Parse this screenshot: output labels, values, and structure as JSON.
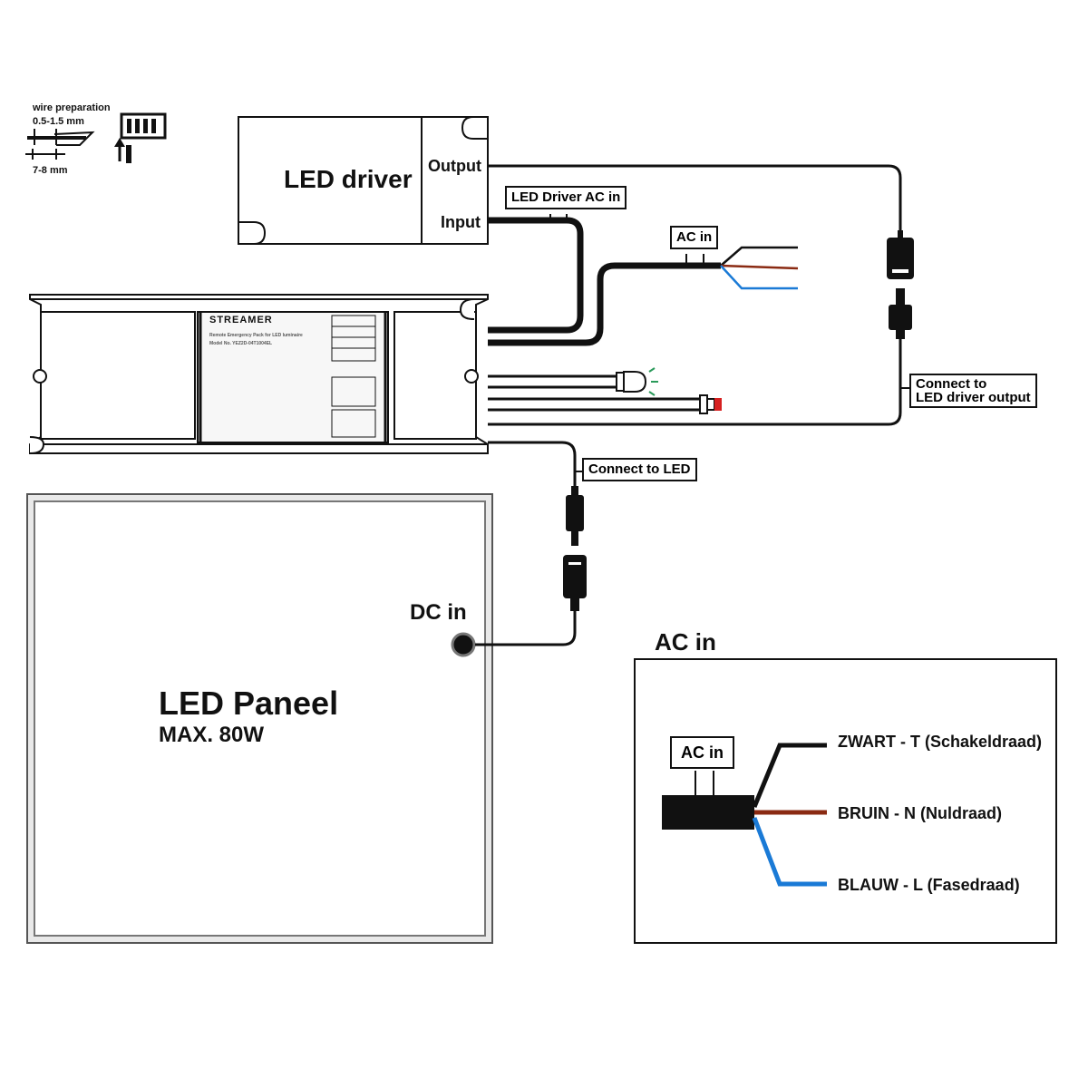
{
  "wire_prep": {
    "title": "wire preparation",
    "strip_range": "0.5-1.5 mm",
    "strip_length": "7-8 mm"
  },
  "led_driver": {
    "title": "LED driver",
    "output_label": "Output",
    "input_label": "Input"
  },
  "callouts": {
    "led_driver_ac_in": "LED Driver AC in",
    "ac_in": "AC in",
    "connect_driver_line1": "Connect to",
    "connect_driver_line2": "LED driver output",
    "connect_led": "Connect to LED"
  },
  "emergency_pack": {
    "brand": "STREAMER",
    "product_line": "Remote Emergency Pack for LED luminaire",
    "model": "Model No. YEZ2D-04T1004EL"
  },
  "panel": {
    "dc_in": "DC in",
    "title": "LED Paneel",
    "subtitle": "MAX. 80W"
  },
  "ac_legend": {
    "title": "AC in",
    "connector_label": "AC in",
    "wires": [
      {
        "label": "ZWART - T (Schakeldraad)",
        "color": "#111111"
      },
      {
        "label": "BRUIN - N (Nuldraad)",
        "color": "#8a2a12"
      },
      {
        "label": "BLAUW - L (Fasedraad)",
        "color": "#1a7ad6"
      }
    ]
  }
}
